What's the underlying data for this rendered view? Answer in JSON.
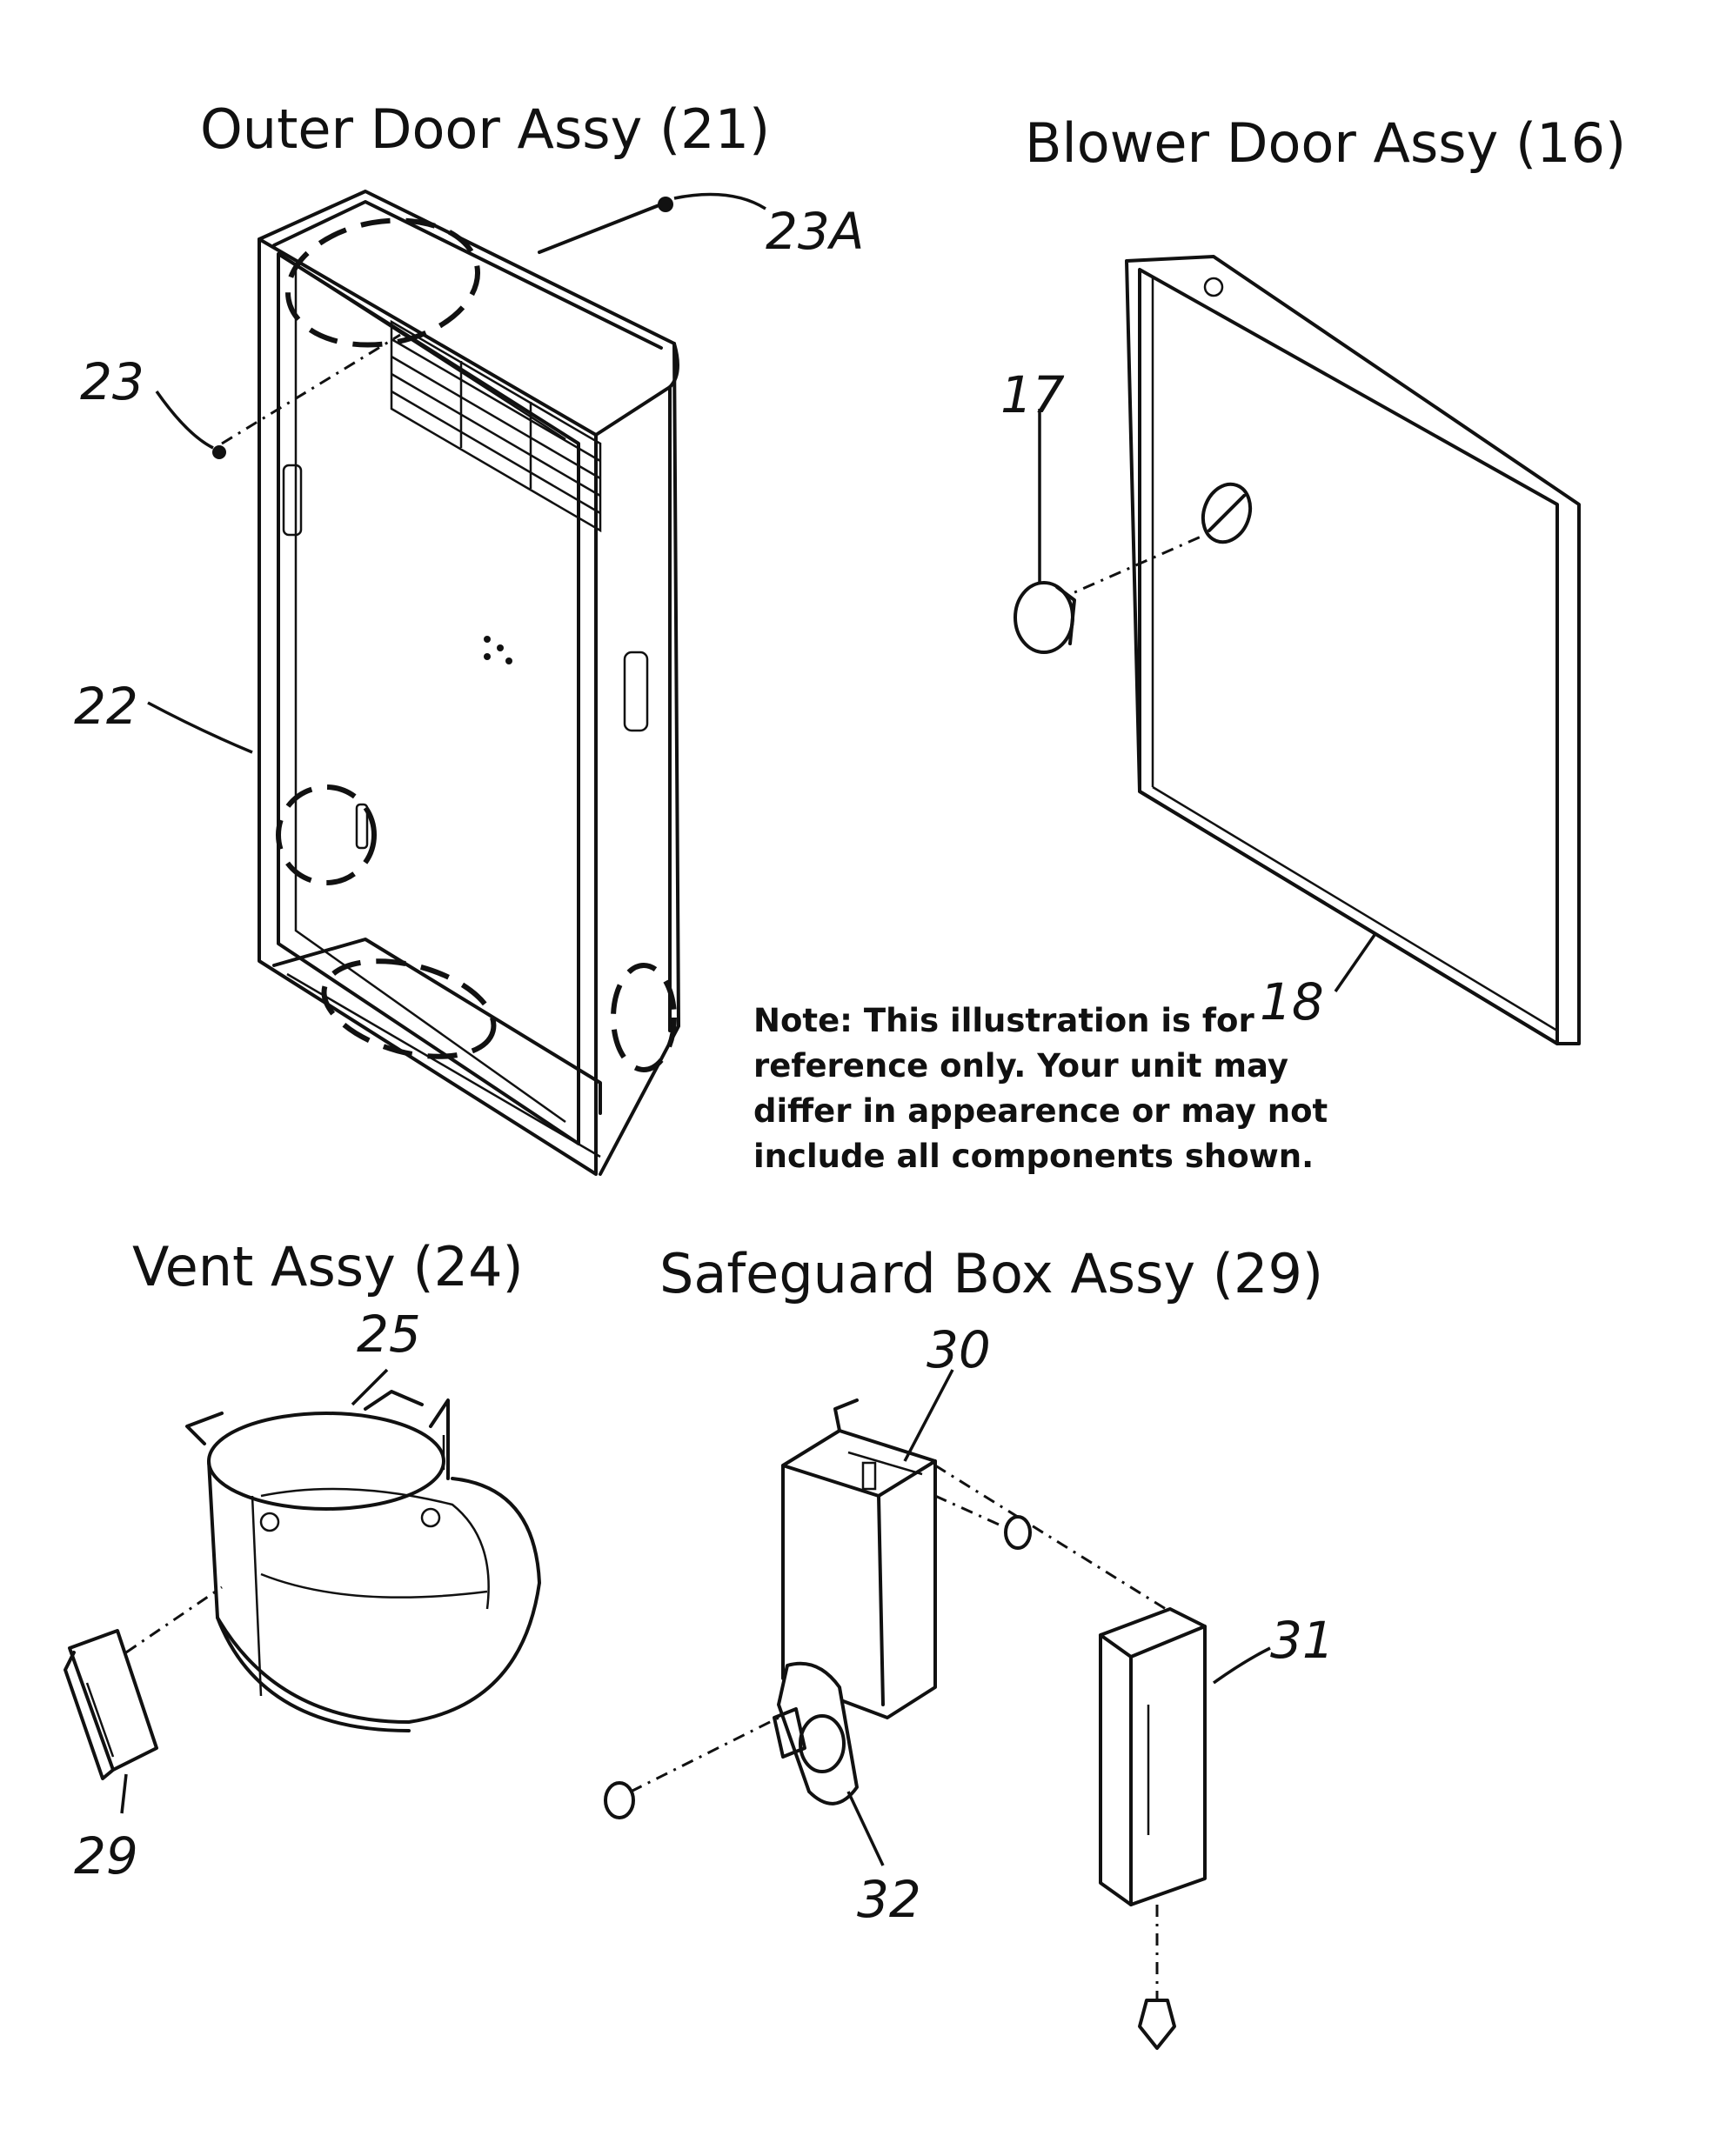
{
  "titles": {
    "outer_door": "Outer Door Assy (21)",
    "blower_door": "Blower Door Assy (16)",
    "vent": "Vent Assy (24)",
    "safeguard_box": "Safeguard Box Assy (29)"
  },
  "callouts": {
    "c23a": "23A",
    "c23": "23",
    "c22": "22",
    "c17": "17",
    "c18": "18",
    "c25": "25",
    "c29": "29",
    "c30": "30",
    "c31": "31",
    "c32": "32"
  },
  "note": {
    "line1": "Note: This illustration is for",
    "line2": "reference only. Your unit may",
    "line3": "differ in appearence or may not",
    "line4": "include all components shown."
  }
}
